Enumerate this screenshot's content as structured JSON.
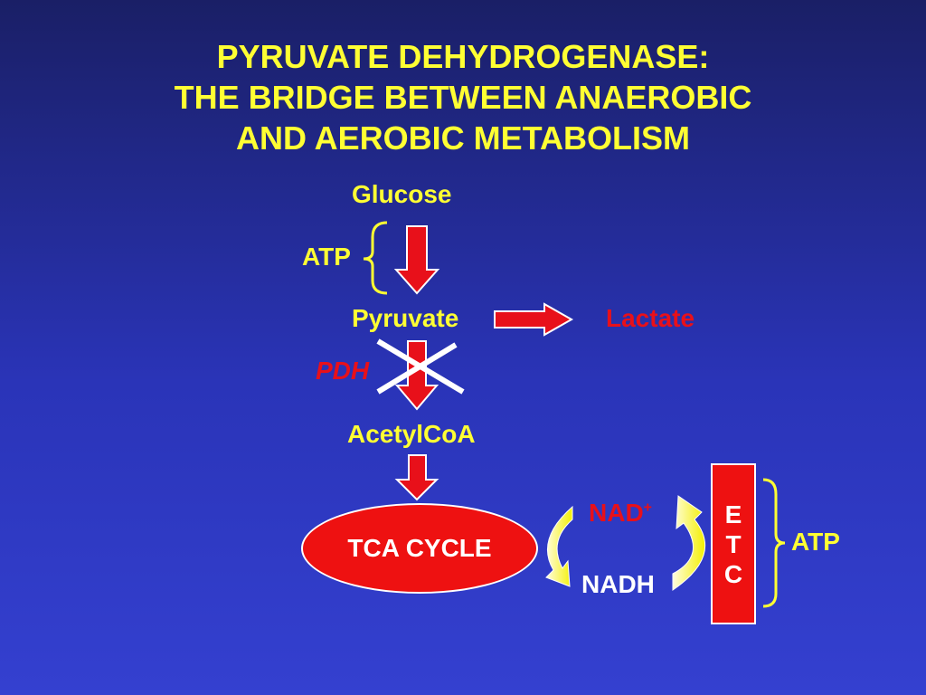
{
  "title": {
    "line1": "PYRUVATE DEHYDROGENASE:",
    "line2": "THE BRIDGE BETWEEN ANAEROBIC",
    "line3": "AND AEROBIC METABOLISM"
  },
  "diagram": {
    "glucose": "Glucose",
    "atp_top": "ATP",
    "pyruvate": "Pyruvate",
    "lactate": "Lactate",
    "pdh": "PDH",
    "acetylcoa": "AcetylCoA",
    "tca_cycle": "TCA CYCLE",
    "nad": "NAD",
    "nad_sup": "+",
    "nadh": "NADH",
    "etc_letters": [
      "E",
      "T",
      "C"
    ],
    "atp_right": "ATP"
  },
  "colors": {
    "title": "#ffff33",
    "arrow_red": "#e8101a",
    "etc_box": "#ee1111",
    "cycle_arrow": "#ffff66",
    "background_top": "#1a1f66",
    "background_bottom": "#3440d0"
  }
}
